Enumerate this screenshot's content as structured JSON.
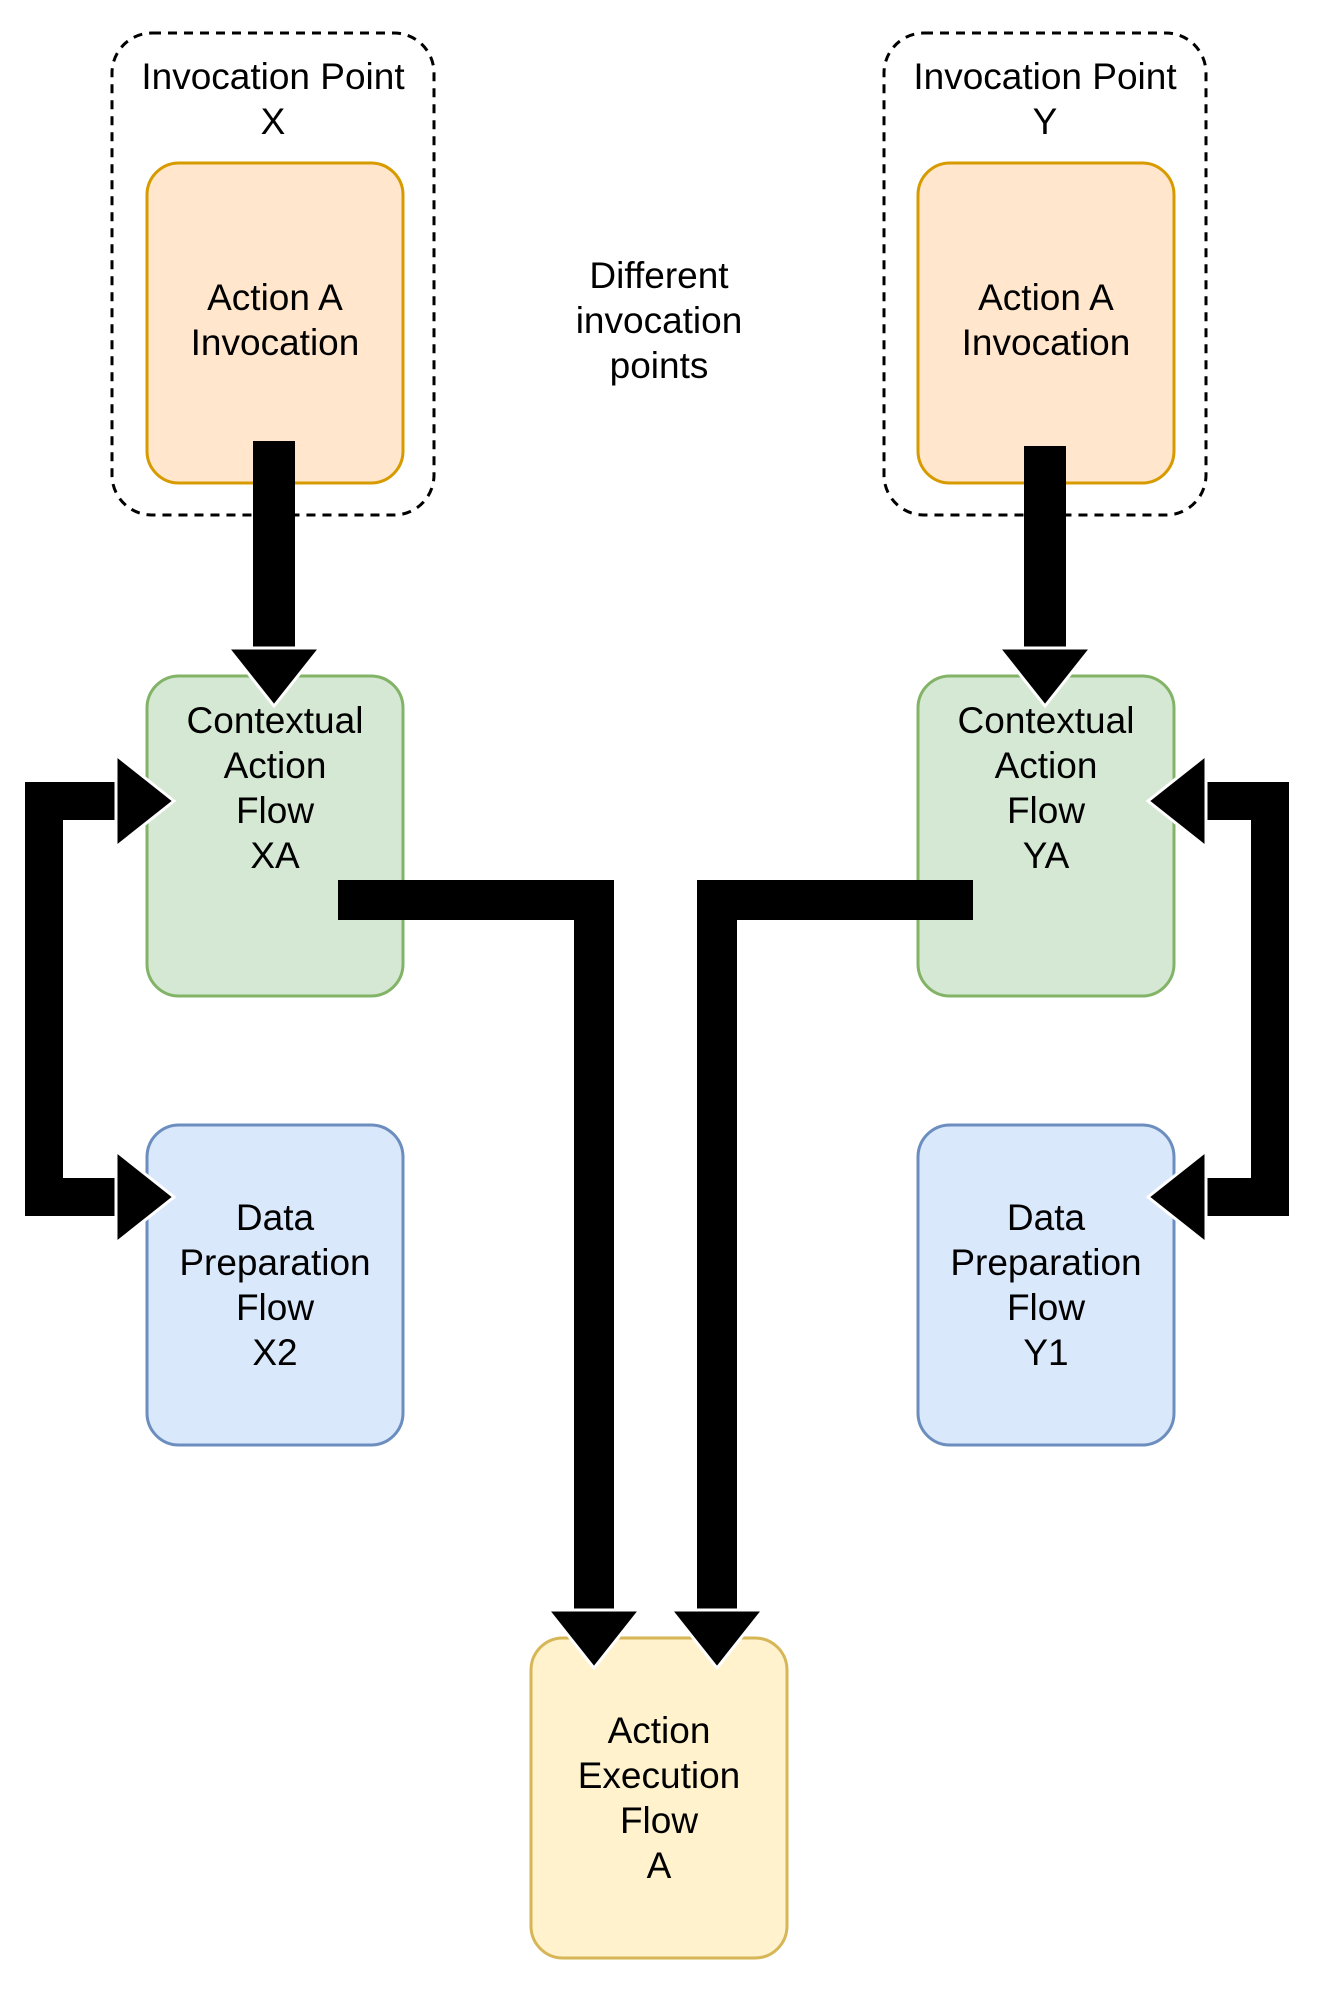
{
  "colors": {
    "invocation_fill": "#ffe6cc",
    "invocation_stroke": "#d79b00",
    "contextual_fill": "#d5e8d4",
    "contextual_stroke": "#82b366",
    "preparation_fill": "#dae8fc",
    "preparation_stroke": "#6c8ebf",
    "execution_fill": "#fff2cc",
    "execution_stroke": "#d6b656",
    "connector": "#000000",
    "group_border": "#000000"
  },
  "groups": {
    "x": {
      "title_line1": "Invocation Point",
      "title_line2": "X"
    },
    "y": {
      "title_line1": "Invocation Point",
      "title_line2": "Y"
    }
  },
  "nodes": {
    "action_invocation_x": {
      "line1": "Action A",
      "line2": "Invocation"
    },
    "action_invocation_y": {
      "line1": "Action A",
      "line2": "Invocation"
    },
    "contextual_xa": {
      "line1": "Contextual",
      "line2": "Action",
      "line3": "Flow",
      "line4": "XA"
    },
    "contextual_ya": {
      "line1": "Contextual",
      "line2": "Action",
      "line3": "Flow",
      "line4": "YA"
    },
    "preparation_x2": {
      "line1": "Data",
      "line2": "Preparation",
      "line3": "Flow",
      "line4": "X2"
    },
    "preparation_y1": {
      "line1": "Data",
      "line2": "Preparation",
      "line3": "Flow",
      "line4": "Y1"
    },
    "execution_a": {
      "line1": "Action",
      "line2": "Execution",
      "line3": "Flow",
      "line4": "A"
    }
  },
  "annotation": {
    "line1": "Different",
    "line2": "invocation",
    "line3": "points"
  }
}
